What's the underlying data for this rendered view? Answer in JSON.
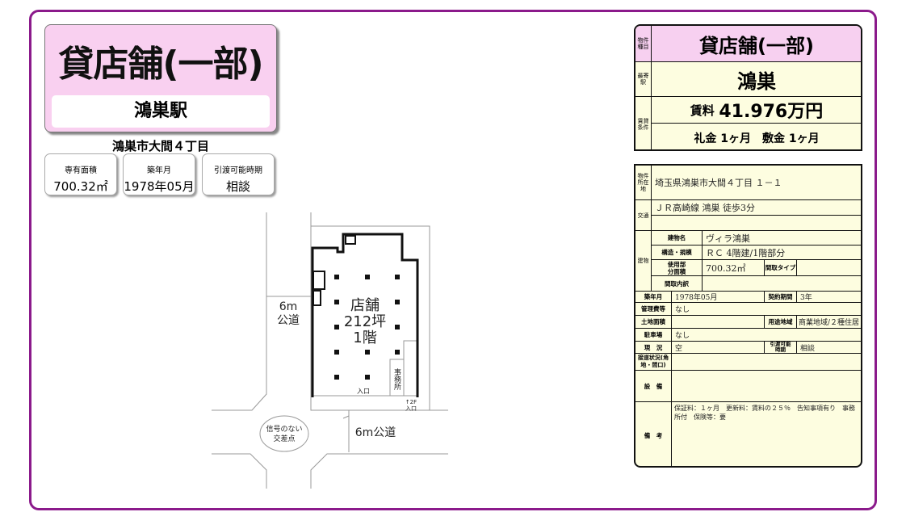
{
  "left": {
    "title": "貸店舗(一部)",
    "station": "鴻巣駅",
    "address": "鴻巣市大間４丁目",
    "cards": [
      {
        "label": "専有面積",
        "value": "700.32㎡"
      },
      {
        "label": "築年月",
        "value": "1978年05月"
      },
      {
        "label": "引渡可能時期",
        "value": "相談"
      }
    ]
  },
  "floorplan": {
    "room": "店舗",
    "area": "212坪",
    "floor": "1階",
    "road_left": "6m",
    "road_left2": "公道",
    "road_bottom": "6m公道",
    "intersection1": "信号のない",
    "intersection2": "交差点",
    "entrance": "入口",
    "office": "事務所",
    "entrance_2f_1": "↑2F",
    "entrance_2f_2": "入口"
  },
  "summary": {
    "type_label": "物件種目",
    "type": "貸店舗(一部)",
    "station_label": "最寄駅",
    "station": "鴻巣",
    "terms_label": "賃貸条件",
    "rent_label": "賃料",
    "rent": "41.976万円",
    "deposit": "礼金 1ヶ月　敷金 1ヶ月"
  },
  "details": {
    "location_label": "物件所在地",
    "location": "埼玉県鴻巣市大間４丁目 １－１",
    "transport_label": "交通",
    "transport": "ＪＲ高崎線 鴻巣 徒歩3分",
    "building_label": "建物",
    "name_label": "建物名",
    "name": "ヴィラ鴻巣",
    "structure_label": "構造・規模",
    "structure": "ＲＣ 4階建/1階部分",
    "area_label": "使用部分面積",
    "area": "700.32㎡",
    "layout_type_label": "間取タイプ",
    "layout_detail_label": "間取内訳",
    "built_label": "築年月",
    "built": "1978年05月",
    "contract_label": "契約期間",
    "contract": "3年",
    "mgmt_label": "管理費等",
    "mgmt": "なし",
    "land_label": "土地面積",
    "zoning_label": "用途地域",
    "zoning": "商業地域/２種住居",
    "parking_label": "駐車場",
    "parking": "なし",
    "status_label": "現　況",
    "status": "空",
    "handover_label": "引渡可能時期",
    "handover": "相談",
    "road_label": "接道状況(角地・間口)",
    "equipment_label": "設　備",
    "remarks_label": "備　考",
    "remarks": "保証料：１ヶ月　更新料：賃料の２５％　告知事項有り　事務所付　保険等：要"
  }
}
